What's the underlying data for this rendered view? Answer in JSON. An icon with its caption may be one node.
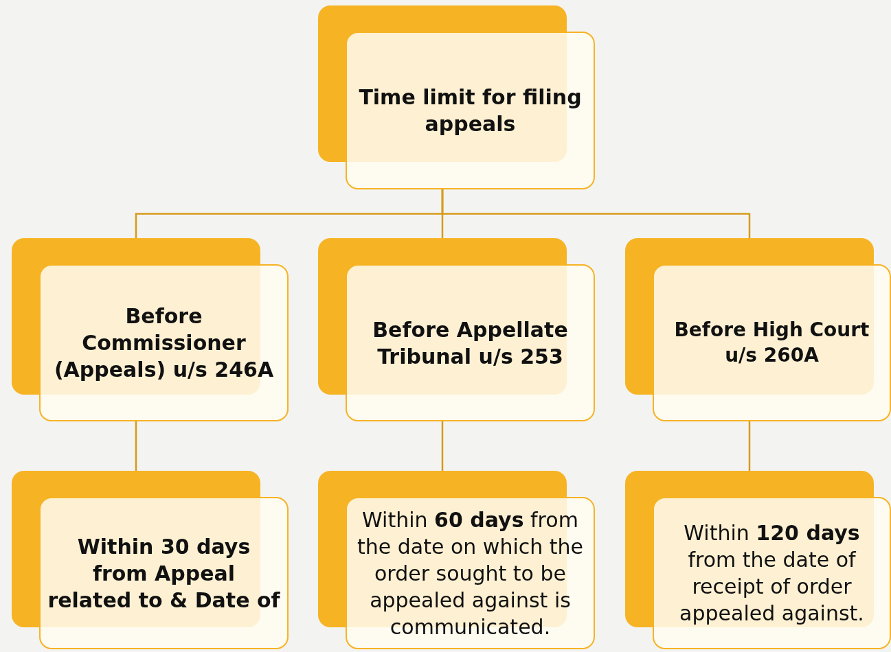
{
  "diagram": {
    "nodes": [
      {
        "text": [
          "Time limit for filing appeals"
        ]
      },
      {
        "text": [
          "Before Commissioner (Appeals) u/s 246A"
        ]
      },
      {
        "text": [
          "Before Appellate Tribunal u/s 253"
        ]
      },
      {
        "text": [
          "Before High Court u/s 260A"
        ]
      },
      {
        "text": [
          "Within 30 days from Appeal related to & Date of"
        ]
      },
      {
        "text": [
          "Within **60 days** from the date on which the order sought to be appealed against is communicated."
        ]
      },
      {
        "text": [
          "Within **120 days** from the date of receipt of order appealed against."
        ]
      }
    ],
    "edges": [
      {
        "from": 0,
        "to": 1,
        "arrow": "none"
      },
      {
        "from": 0,
        "to": 2,
        "arrow": "none"
      },
      {
        "from": 0,
        "to": 3,
        "arrow": "none"
      },
      {
        "from": 1,
        "to": 4,
        "arrow": "none"
      },
      {
        "from": 2,
        "to": 5,
        "arrow": "none"
      },
      {
        "from": 3,
        "to": 6,
        "arrow": "none"
      }
    ]
  }
}
